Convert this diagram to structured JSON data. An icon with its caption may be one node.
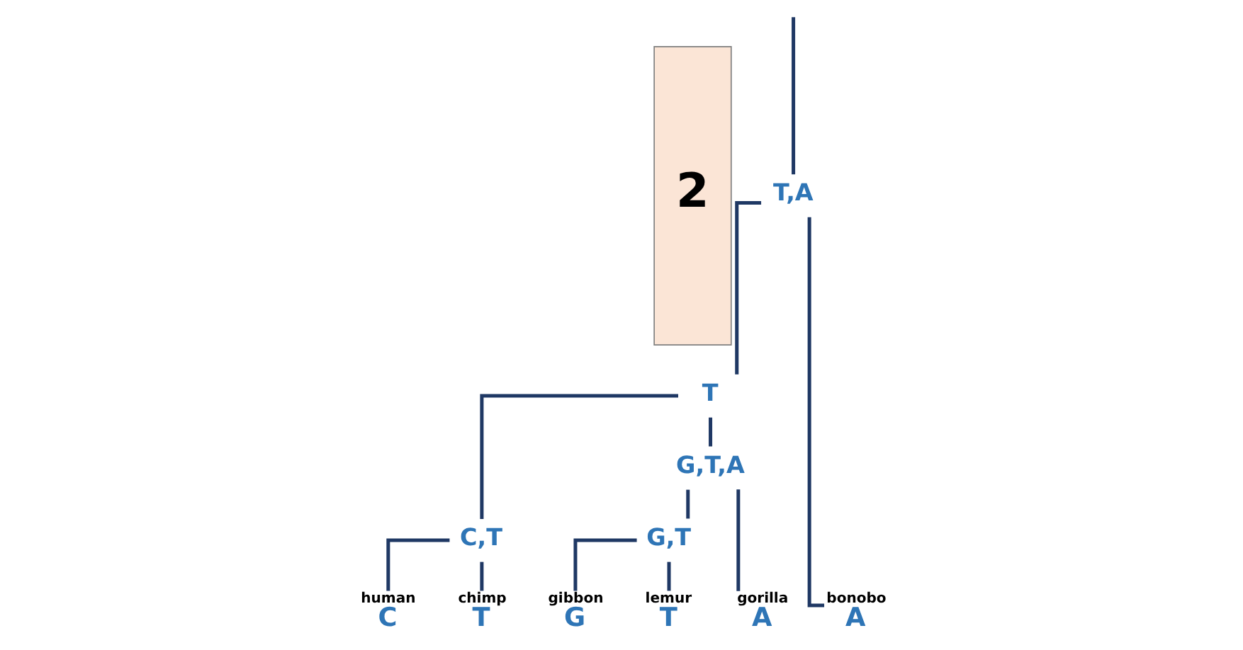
{
  "diagram": {
    "nodes": [
      {
        "text": [
          "2"
        ]
      },
      {
        "text": [
          "T,A"
        ]
      },
      {
        "text": [
          "T"
        ]
      },
      {
        "text": [
          "G,T,A"
        ]
      },
      {
        "text": [
          "C,T"
        ]
      },
      {
        "text": [
          "G,T"
        ]
      },
      {
        "text": [
          "human",
          "C"
        ]
      },
      {
        "text": [
          "chimp",
          "T"
        ]
      },
      {
        "text": [
          "gibbon",
          "G"
        ]
      },
      {
        "text": [
          "lemur",
          "T"
        ]
      },
      {
        "text": [
          "gorilla",
          "A"
        ]
      },
      {
        "text": [
          "bonobo",
          "A"
        ]
      }
    ],
    "edges": [
      {
        "from": null,
        "to": 1,
        "arrow": "none"
      },
      {
        "from": 1,
        "to": 2,
        "arrow": "none"
      },
      {
        "from": 1,
        "to": 11,
        "arrow": "none"
      },
      {
        "from": 2,
        "to": 4,
        "arrow": "none"
      },
      {
        "from": 2,
        "to": 3,
        "arrow": "none"
      },
      {
        "from": 4,
        "to": 6,
        "arrow": "none"
      },
      {
        "from": 4,
        "to": 7,
        "arrow": "none"
      },
      {
        "from": 3,
        "to": 5,
        "arrow": "none"
      },
      {
        "from": 3,
        "to": 10,
        "arrow": "none"
      },
      {
        "from": 5,
        "to": 8,
        "arrow": "none"
      },
      {
        "from": 5,
        "to": 9,
        "arrow": "none"
      }
    ]
  }
}
